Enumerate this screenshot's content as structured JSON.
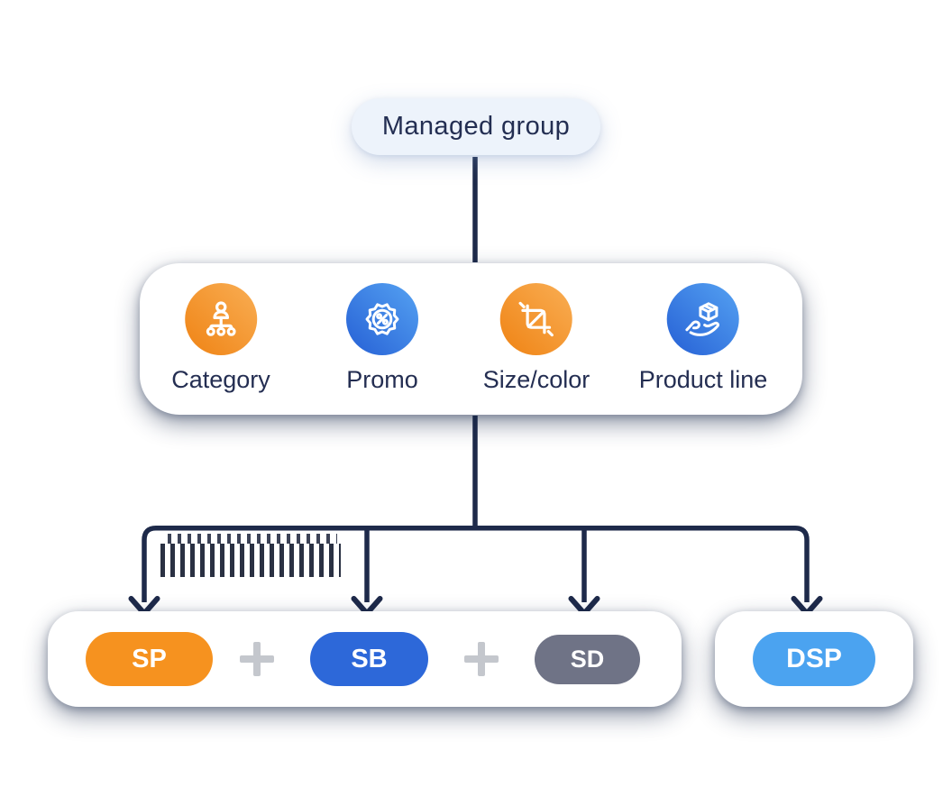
{
  "root_node": {
    "label": "Managed group"
  },
  "managed_card": {
    "items": [
      {
        "label": "Category",
        "icon": "org-chart-icon",
        "tint": "orange"
      },
      {
        "label": "Promo",
        "icon": "discount-badge-icon",
        "tint": "blue"
      },
      {
        "label": "Size/color",
        "icon": "crop-icon",
        "tint": "orange"
      },
      {
        "label": "Product line",
        "icon": "hand-box-icon",
        "tint": "blue"
      }
    ]
  },
  "sponsored_card": {
    "pills": [
      {
        "label": "SP",
        "color": "#F6921F"
      },
      {
        "label": "SB",
        "color": "#2D68D9"
      },
      {
        "label": "SD",
        "color": "#6F7386"
      }
    ],
    "separator_icon": "plus-icon"
  },
  "dsp_card": {
    "pills": [
      {
        "label": "DSP",
        "color": "#4BA3F0"
      }
    ]
  },
  "palette": {
    "connector": "#1E2A4A",
    "text": "#232E52",
    "card_bg": "#FFFFFF",
    "root_pill_bg": "#EDF3FB",
    "orange_icon_gradient": [
      "#F9AE54",
      "#EF8314"
    ],
    "blue_icon_gradient": [
      "#55A2F2",
      "#2660D5"
    ],
    "plus_gray": "#C4C7CD"
  }
}
